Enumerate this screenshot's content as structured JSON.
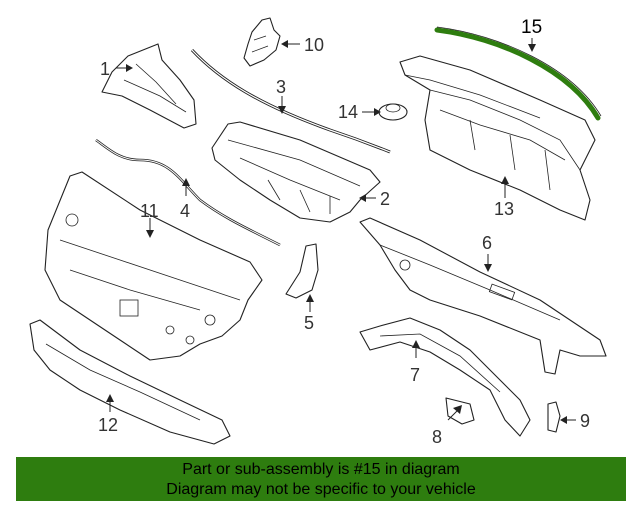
{
  "callouts": {
    "c1": "1",
    "c2": "2",
    "c3": "3",
    "c4": "4",
    "c5": "5",
    "c6": "6",
    "c7": "7",
    "c8": "8",
    "c9": "9",
    "c10": "10",
    "c11": "11",
    "c12": "12",
    "c13": "13",
    "c14": "14",
    "c15": "15"
  },
  "highlight_part": "15",
  "highlight_color": "#2e7d0f",
  "banner": {
    "line1": "Part or sub-assembly is #15 in diagram",
    "line2": "Diagram may not be specific to your vehicle",
    "background": "#2e7d0f"
  }
}
